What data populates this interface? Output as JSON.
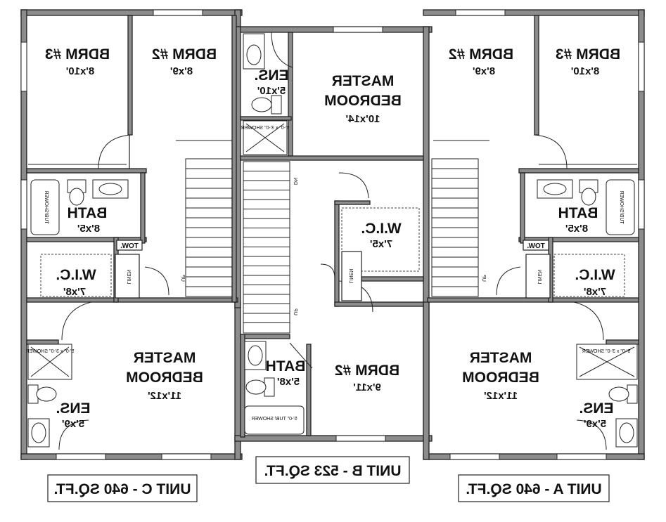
{
  "units": {
    "unit_c": {
      "title": "UNIT C - 640 SQ.FT.",
      "rooms": {
        "bdrm3": {
          "name": "BDRM #3",
          "dim": "8'x10'"
        },
        "bdrm2": {
          "name": "BDRM #2",
          "dim": "8'x9'"
        },
        "bath": {
          "name": "BATH",
          "dim": "8'x5'"
        },
        "wic": {
          "name": "W.I.C.",
          "dim": "7'x8'"
        },
        "master_l1": "MASTER",
        "master_l2": "BEDROOM",
        "master_dim": "11'x12'",
        "ens": {
          "name": "ENS.",
          "dim": "5'x9'"
        }
      },
      "tow": "TOW.",
      "linen": "LINEN",
      "up": "UP",
      "tub_label": "TUB/SHOWER",
      "shower_label": "5'-0\" x 3'-0\" SHOWER"
    },
    "unit_b": {
      "title": "UNIT B - 523 SQ.FT.",
      "rooms": {
        "ens": {
          "name": "ENS.",
          "dim": "5'x10'"
        },
        "master_l1": "MASTER",
        "master_l2": "BEDROOM",
        "master_dim": "10'x14'",
        "wic": {
          "name": "W.I.C.",
          "dim": "7'x5'"
        },
        "bath": {
          "name": "BATH",
          "dim": "5'x8'"
        },
        "bdrm2": {
          "name": "BDRM #2",
          "dim": "9'x11'"
        }
      },
      "linen": "LINEN",
      "dn": "DN",
      "up": "UP",
      "shower_label": "5'-0\" x 3'-0\" SHOWER",
      "tub_label": "5'-0\" TUB/ SHOWER"
    },
    "unit_a": {
      "title": "UNIT A - 640 SQ.FT.",
      "rooms": {
        "bdrm2": {
          "name": "BDRM #2",
          "dim": "8'x9'"
        },
        "bdrm3": {
          "name": "BDRM #3",
          "dim": "8'x10'"
        },
        "bath": {
          "name": "BATH",
          "dim": "8'x5'"
        },
        "wic": {
          "name": "W.I.C.",
          "dim": "7'x8'"
        },
        "master_l1": "MASTER",
        "master_l2": "BEDROOM",
        "master_dim": "11'x12'",
        "ens": {
          "name": "ENS.",
          "dim": "5'x9'"
        }
      },
      "tow": "TOW.",
      "linen": "LINEN",
      "up": "UP",
      "tub_label": "TUB/SHOWER",
      "shower_label": "5'-0\" x 3'-0\" SHOWER"
    }
  },
  "colors": {
    "wall_fill": "#8c8c8c",
    "line": "#222222",
    "background": "#ffffff"
  }
}
